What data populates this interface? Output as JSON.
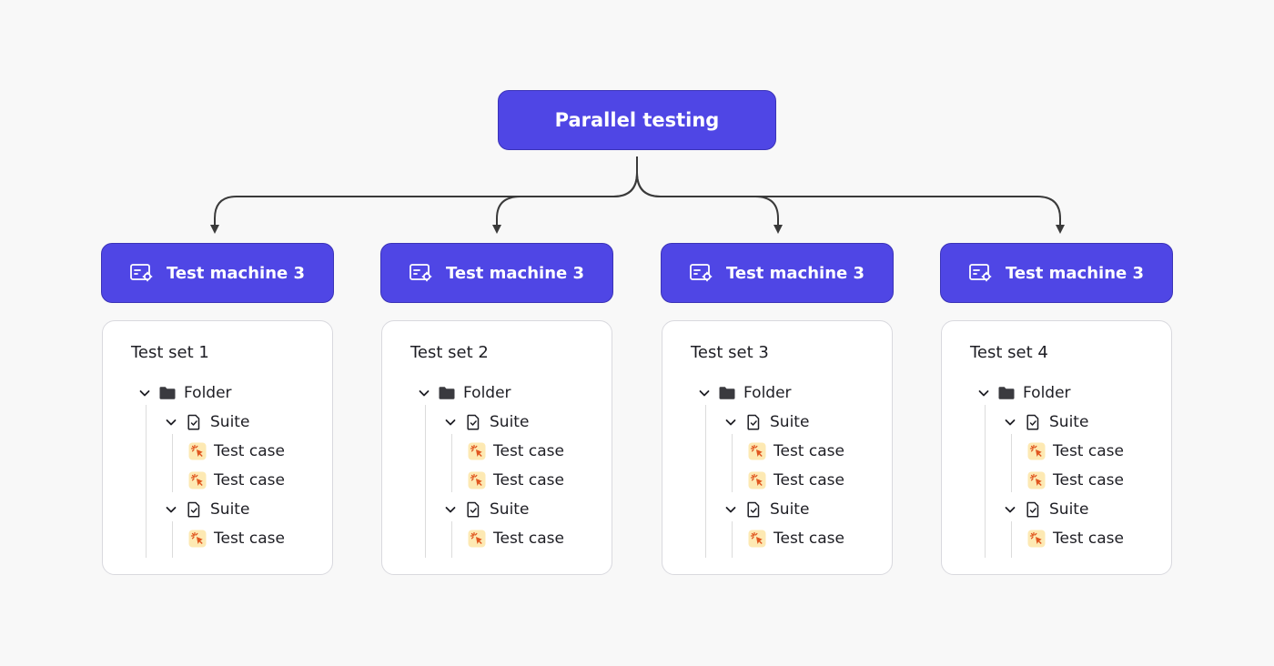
{
  "root": {
    "label": "Parallel testing"
  },
  "colors": {
    "accent": "#4f46e5",
    "connector": "#3a3a3a",
    "case_icon_bg": "#fde9b3"
  },
  "machines": [
    {
      "label": "Test machine 3",
      "icon": "monitor-settings-icon"
    },
    {
      "label": "Test machine 3",
      "icon": "monitor-settings-icon"
    },
    {
      "label": "Test machine 3",
      "icon": "monitor-settings-icon"
    },
    {
      "label": "Test machine 3",
      "icon": "monitor-settings-icon"
    }
  ],
  "sets": [
    {
      "title": "Test set 1",
      "folder": "Folder",
      "suite1": "Suite",
      "case1": "Test case",
      "case2": "Test case",
      "suite2": "Suite",
      "case3": "Test case"
    },
    {
      "title": "Test set 2",
      "folder": "Folder",
      "suite1": "Suite",
      "case1": "Test case",
      "case2": "Test case",
      "suite2": "Suite",
      "case3": "Test case"
    },
    {
      "title": "Test set 3",
      "folder": "Folder",
      "suite1": "Suite",
      "case1": "Test case",
      "case2": "Test case",
      "suite2": "Suite",
      "case3": "Test case"
    },
    {
      "title": "Test set 4",
      "folder": "Folder",
      "suite1": "Suite",
      "case1": "Test case",
      "case2": "Test case",
      "suite2": "Suite",
      "case3": "Test case"
    }
  ]
}
